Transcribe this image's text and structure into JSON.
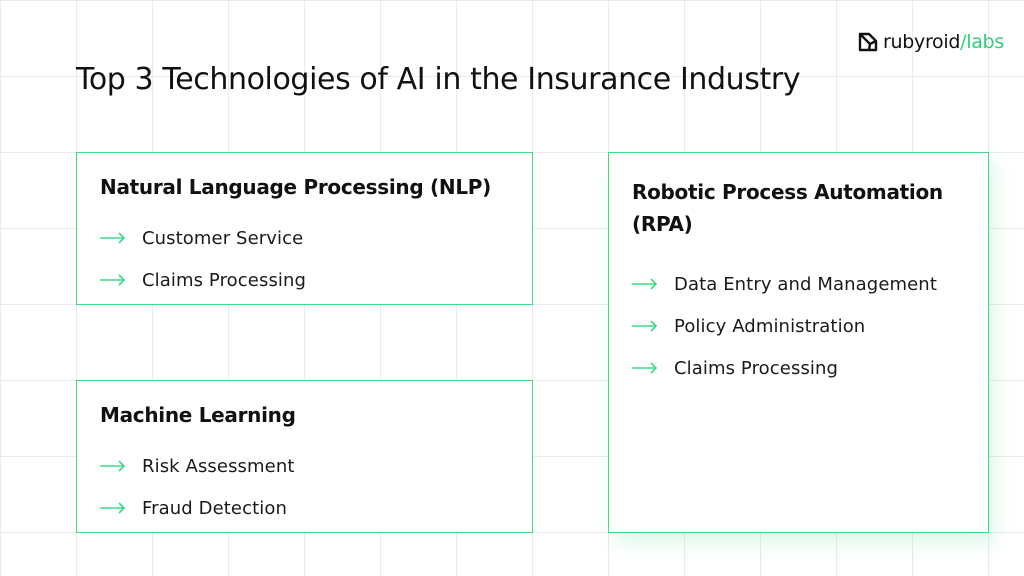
{
  "brand": {
    "name_main": "rubyroid",
    "name_slash": "/",
    "name_accent": "labs",
    "logo_icon": "cube-outline-icon",
    "accent_color": "#3ddc84"
  },
  "page": {
    "title": "Top 3 Technologies of AI in the Insurance Industry"
  },
  "cards": {
    "nlp": {
      "title": "Natural Language Processing (NLP)",
      "items": [
        "Customer Service",
        "Claims Processing"
      ]
    },
    "ml": {
      "title": "Machine Learning",
      "items": [
        "Risk Assessment",
        "Fraud Detection"
      ]
    },
    "rpa": {
      "title": "Robotic Process Automation (RPA)",
      "items": [
        "Data Entry and Management",
        "Policy Administration",
        "Claims Processing"
      ]
    }
  },
  "bullet_icon": "arrow-right-icon"
}
